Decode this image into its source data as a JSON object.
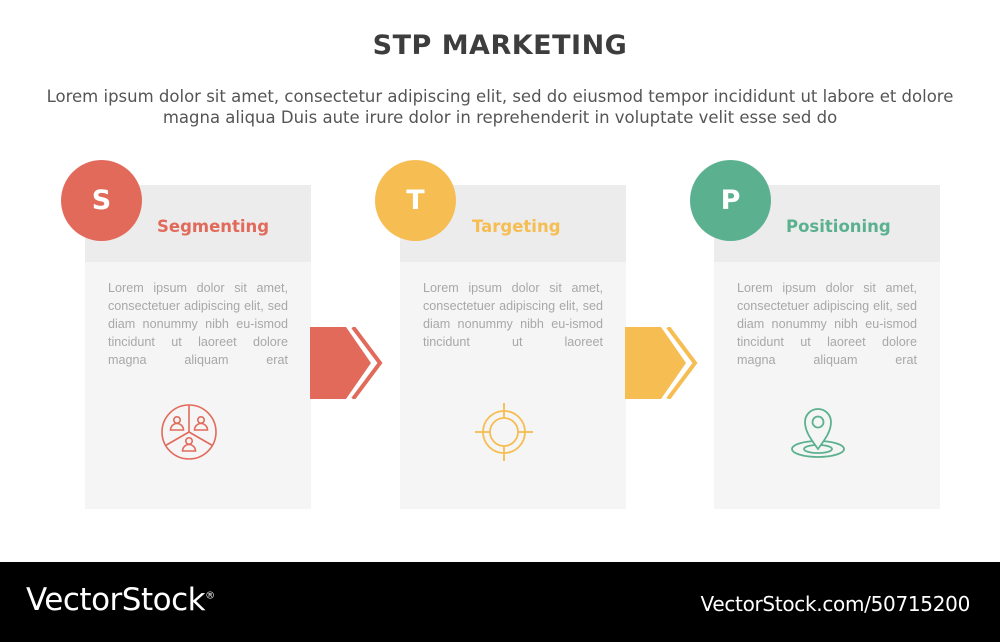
{
  "header": {
    "title": "STP MARKETING",
    "subtitle": "Lorem ipsum dolor sit amet, consectetur adipiscing elit, sed do eiusmod tempor incididunt ut labore et dolore magna aliqua Duis aute irure dolor in reprehenderit in voluptate velit esse sed do"
  },
  "steps": [
    {
      "letter": "S",
      "title": "Segmenting",
      "body": "Lorem ipsum dolor sit amet, consectetuer adipiscing elit, sed diam nonummy nibh eu-ismod tincidunt ut laoreet dolore magna aliquam erat",
      "color": "#e26a5b",
      "icon": "segment-users-icon"
    },
    {
      "letter": "T",
      "title": "Targeting",
      "body": "Lorem ipsum dolor sit amet, consectetuer adipiscing elit, sed diam nonummy nibh eu-ismod tincidunt ut laoreet",
      "color": "#f6bd52",
      "icon": "crosshair-target-icon"
    },
    {
      "letter": "P",
      "title": "Positioning",
      "body": "Lorem ipsum dolor sit amet, consectetuer adipiscing elit, sed diam nonummy nibh eu-ismod tincidunt ut laoreet dolore magna aliquam erat",
      "color": "#5bb18f",
      "icon": "map-pin-icon"
    }
  ],
  "footer": {
    "brand": "VectorStock",
    "brand_mark": "®",
    "ref": "VectorStock.com/50715200"
  }
}
